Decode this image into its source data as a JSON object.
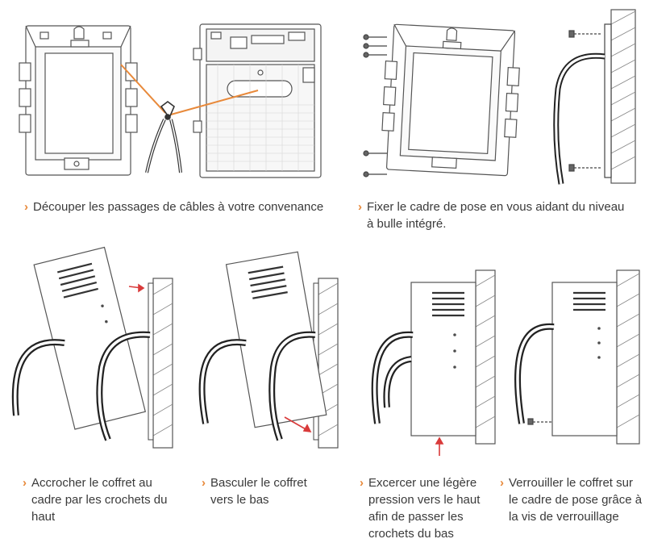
{
  "accent_color": "#e8893a",
  "arrow_color": "#d93a3a",
  "line_color": "#555555",
  "bullet_icon": "chevron-right-icon",
  "steps": [
    {
      "id": "cut",
      "text": "Découper les passages de câbles à votre convenance"
    },
    {
      "id": "fix",
      "text": "Fixer le cadre de pose en vous aidant du niveau à bulle intégré."
    },
    {
      "id": "hang",
      "text": "Accrocher le coffret au cadre par les crochets du haut"
    },
    {
      "id": "tilt",
      "text": "Basculer le coffret vers le bas"
    },
    {
      "id": "press",
      "text": "Excercer une légère pression vers le haut afin de passer les crochets du bas"
    },
    {
      "id": "lock",
      "text": "Verrouiller le coffret sur le cadre de pose grâce à la vis de verrouillage"
    }
  ]
}
